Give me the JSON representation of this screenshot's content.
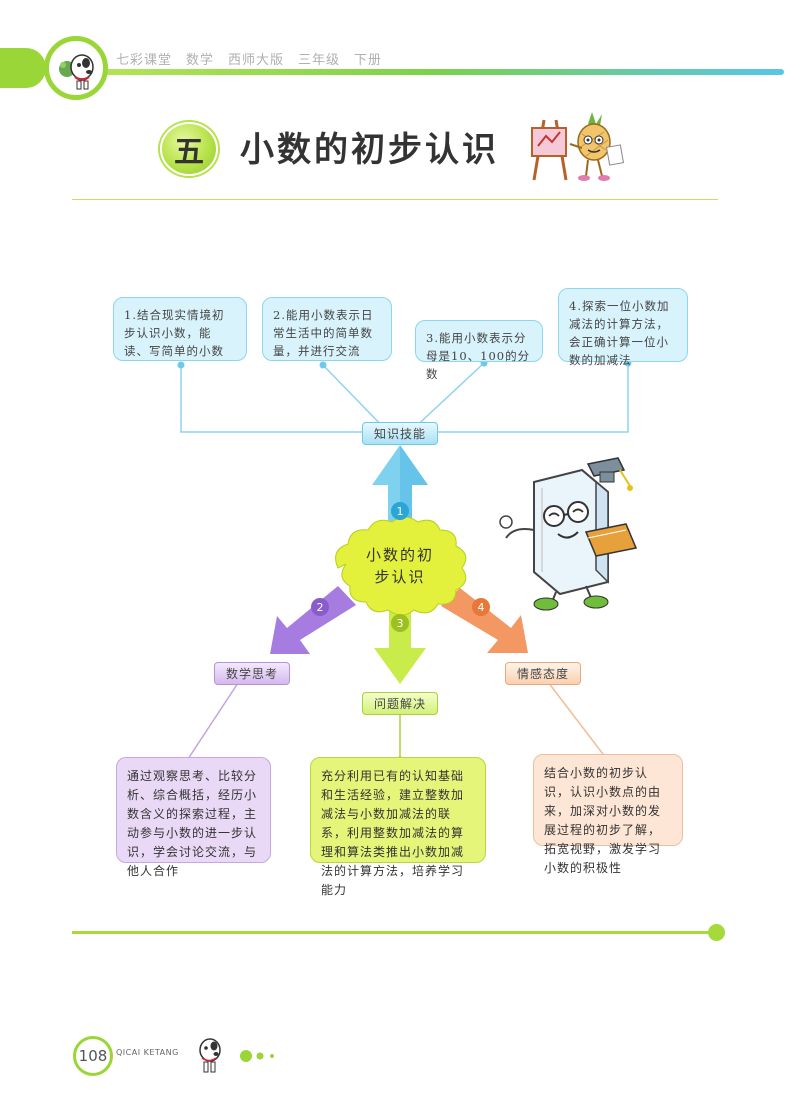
{
  "header": {
    "series_text": "七彩课堂　数学　西师大版　三年级　下册"
  },
  "chapter": {
    "number": "五",
    "title": "小数的初步认识"
  },
  "center_topic": {
    "line1": "小数的初",
    "line2": "步认识"
  },
  "objectives": [
    {
      "text": "1.结合现实情境初步认识小数，能读、写简单的小数"
    },
    {
      "text": "2.能用小数表示日常生活中的简单数量，并进行交流"
    },
    {
      "text": "3.能用小数表示分母是10、100的分数"
    },
    {
      "text": "4.探索一位小数加减法的计算方法，会正确计算一位小数的加减法"
    }
  ],
  "labels": {
    "knowledge": "知识技能",
    "thinking": "数学思考",
    "problem": "问题解决",
    "attitude": "情感态度"
  },
  "arrow_numbers": {
    "n1": "1",
    "n2": "2",
    "n3": "3",
    "n4": "4"
  },
  "descriptions": {
    "thinking": "通过观察思考、比较分析、综合概括，经历小数含义的探索过程，主动参与小数的进一步认识，学会讨论交流，与他人合作",
    "problem": "充分利用已有的认知基础和生活经验，建立整数加减法与小数加减法的联系，利用整数加减法的算理和算法类推出小数加减法的计算方法，培养学习能力",
    "attitude": "结合小数的初步认识，认识小数点的由来，加深对小数的发展过程的初步了解，拓宽视野，激发学习小数的积极性"
  },
  "footer": {
    "page_number": "108",
    "brand": "QICAI KETANG"
  },
  "colors": {
    "green": "#9bd638",
    "blue": "#6fc9ea",
    "purple": "#b593db",
    "lime": "#c9e63a",
    "orange": "#f3a77a"
  }
}
